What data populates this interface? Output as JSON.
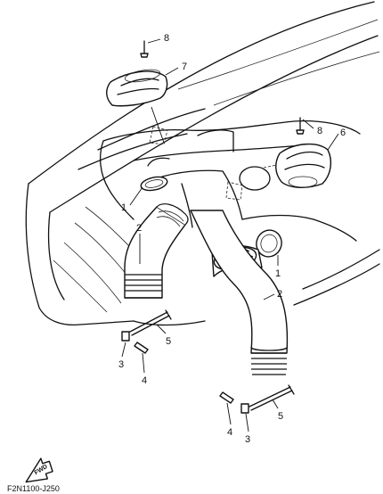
{
  "diagram": {
    "code": "F2N1100-J250",
    "fwd_label": "FWD",
    "callouts": [
      {
        "key": "c8a",
        "text": "8"
      },
      {
        "key": "c7",
        "text": "7"
      },
      {
        "key": "c8b",
        "text": "8"
      },
      {
        "key": "c6",
        "text": "6"
      },
      {
        "key": "c1a",
        "text": "1"
      },
      {
        "key": "c2a",
        "text": "2"
      },
      {
        "key": "c1b",
        "text": "1"
      },
      {
        "key": "c2b",
        "text": "2"
      },
      {
        "key": "c5a",
        "text": "5"
      },
      {
        "key": "c3a",
        "text": "3"
      },
      {
        "key": "c4a",
        "text": "4"
      },
      {
        "key": "c4b",
        "text": "4"
      },
      {
        "key": "c3b",
        "text": "3"
      },
      {
        "key": "c5b",
        "text": "5"
      }
    ]
  }
}
